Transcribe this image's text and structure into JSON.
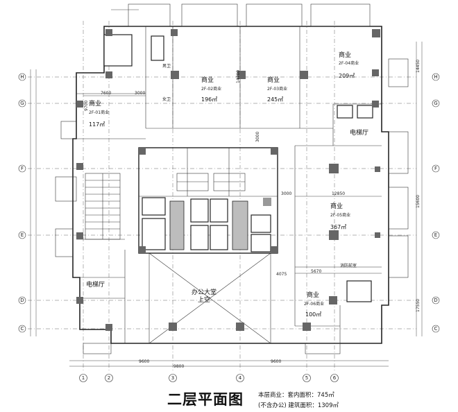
{
  "title": "二层平面图",
  "summary": [
    {
      "label": "本层商业：套内面积：",
      "value": "745㎡"
    },
    {
      "label": "(不含办公) 建筑面积：",
      "value": "1309㎡"
    }
  ],
  "units": [
    {
      "name": "商业",
      "code": "2F-01商业",
      "area": "117㎡"
    },
    {
      "name": "商业",
      "code": "2F-02商业",
      "area": "196㎡"
    },
    {
      "name": "商业",
      "code": "2F-03商业",
      "area": "245㎡"
    },
    {
      "name": "商业",
      "code": "2F-04商业",
      "area": "209㎡"
    },
    {
      "name": "商业",
      "code": "2F-05商业",
      "area": "367㎡"
    },
    {
      "name": "商业",
      "code": "2F-06商业",
      "area": "100㎡"
    }
  ],
  "rooms": {
    "elevator_left": "电梯厅",
    "elevator_right": "电梯厅",
    "lobby_line1": "办公大堂",
    "lobby_line2": "上空",
    "toilet_m": "男卫",
    "toilet_f": "女卫",
    "stair_room": "消防前室"
  },
  "dims": {
    "d7600": "7600",
    "d3000a": "3000",
    "d3000b": "3000",
    "d3000c": "3000",
    "d12850": "12850",
    "d14700": "14700",
    "d5670": "5670",
    "d4075": "4075",
    "d9700": "9700",
    "d14450": "14450",
    "d15600": "15600",
    "d17550": "17550",
    "d9800": "9800",
    "d9600a": "9600",
    "d9600b": "9600"
  },
  "axes": {
    "rows": [
      "H",
      "G",
      "F",
      "E",
      "D",
      "C"
    ],
    "cols": [
      "1",
      "2",
      "3",
      "4",
      "5",
      "6"
    ]
  },
  "colors": {
    "line": "#222222",
    "column": "#666666",
    "shaft": "#bdbdbd"
  }
}
